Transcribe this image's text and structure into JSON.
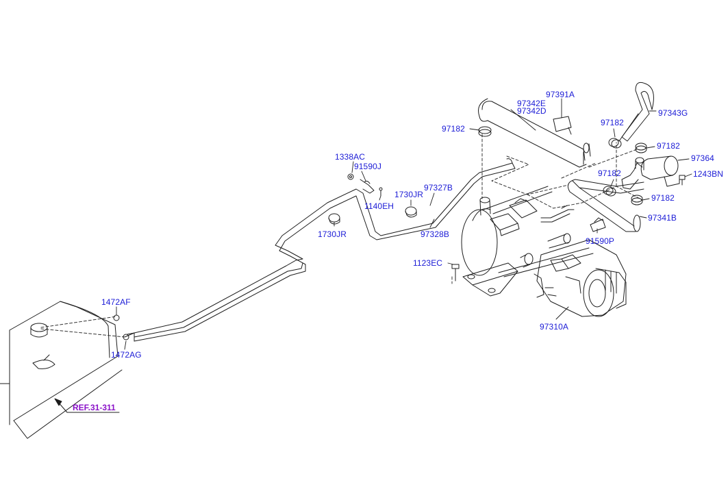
{
  "labels": {
    "l97391a": "97391A",
    "l97342e": "97342E",
    "l97342d": "97342D",
    "l97343g": "97343G",
    "l97182_a": "97182",
    "l97182_b": "97182",
    "l97182_c": "97182",
    "l97182_d": "97182",
    "l97182_e": "97182",
    "l97364": "97364",
    "l1243bn": "1243BN",
    "l1338ac": "1338AC",
    "l91590j": "91590J",
    "l1140eh": "1140EH",
    "l1730jr_a": "1730JR",
    "l1730jr_b": "1730JR",
    "l97327b": "97327B",
    "l97328b": "97328B",
    "l97341b": "97341B",
    "l91590p": "91590P",
    "l1123ec": "1123EC",
    "l97310a": "97310A",
    "l1472af": "1472AF",
    "l1472ag": "1472AG",
    "ref": "REF.31-311"
  },
  "colors": {
    "label": "#1a1ad6",
    "ref": "#8a12c8",
    "line": "#1c1c1c"
  }
}
